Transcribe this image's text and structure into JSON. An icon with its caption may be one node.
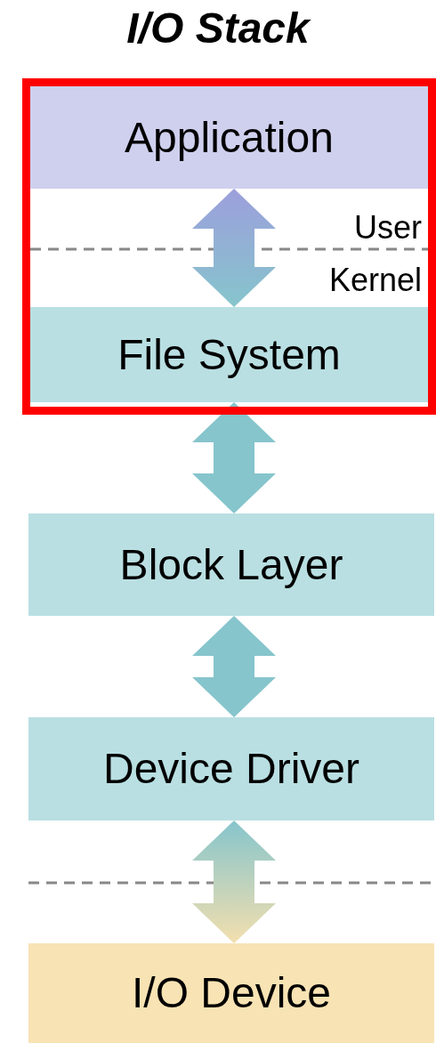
{
  "diagram": {
    "title": "I/O Stack",
    "nodes": [
      {
        "text": [],
        "shape": "box"
      },
      {
        "text": [
          "Application"
        ],
        "in": 0
      },
      {
        "text": [
          "File System"
        ],
        "in": 0
      },
      {
        "text": [
          "Block Layer"
        ]
      },
      {
        "text": [
          "Device Driver"
        ]
      },
      {
        "text": [
          "I/O Device"
        ]
      }
    ],
    "edges": [
      {
        "from": 1,
        "to": 2,
        "arrow": "both"
      },
      {
        "from": 2,
        "to": 3,
        "arrow": "both"
      },
      {
        "from": 3,
        "to": 4,
        "arrow": "both"
      },
      {
        "from": 4,
        "to": 5,
        "arrow": "both"
      }
    ],
    "labels": [
      "User",
      "Kernel"
    ]
  }
}
